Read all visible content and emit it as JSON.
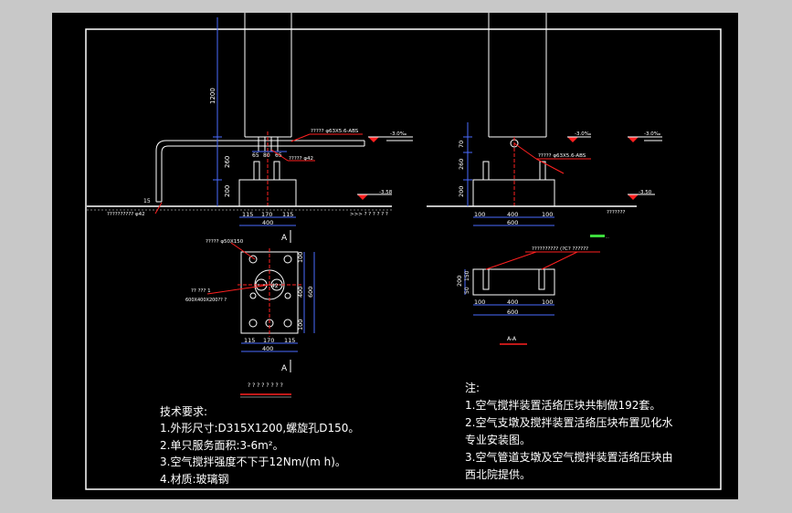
{
  "front_view": {
    "dim_1200": "1200",
    "dim_260": "260",
    "dim_200": "200",
    "dim_65": "65",
    "dim_80": "80",
    "dim_65b": "65",
    "pipe_label": "????? φ63X5.6-ABS",
    "hole_label": "????? φ42",
    "elev_top": "-3.0‰",
    "elev_ground": "-3.58",
    "ground_left_label": "?????????? φ42",
    "ground_right_label": ">>> ? ? ? ? ? ?",
    "angle_15": "15",
    "base_dims": [
      "115",
      "170",
      "115"
    ],
    "base_total": "400",
    "section_mark": "A"
  },
  "side_view": {
    "dim_70": "70",
    "dim_260": "260",
    "dim_200": "200",
    "pipe_label": "????? φ63X5.6-ABS",
    "elev_left": "-3.0‰",
    "elev_right": "-3.0‰",
    "elev_ground": "-3.50",
    "ground_label": "???????",
    "base_dims": [
      "100",
      "400",
      "100"
    ],
    "base_total": "600"
  },
  "plan_view": {
    "hole_label": "????? φ50X150",
    "pipe_label": "?? ??? 1",
    "pipe_size": "600X400X200?? ?",
    "dim_r42": "42",
    "dim_100a": "100",
    "dim_400": "400",
    "dim_600": "600",
    "dim_100b": "100",
    "base_dims": [
      "115",
      "170",
      "115"
    ],
    "base_total": "400",
    "section_mark": "A",
    "caption": "? ? ? ? ? ? ? ?"
  },
  "section_aa": {
    "label": "?????????? (?C? ??????",
    "green_note": "...",
    "dim_200": "200",
    "dim_50": "50",
    "dim_150": "150",
    "base_dims": [
      "100",
      "400",
      "100"
    ],
    "base_total": "600",
    "caption": "A-A"
  },
  "tech_requirements": {
    "title": "技术要求:",
    "lines": [
      "1.外形尺寸:D315X1200,螺旋孔D150。",
      "2.单只服务面积:3-6m²。",
      "3.空气搅拌强度不下于12Nm/(m h)。",
      "4.材质:玻璃钢"
    ]
  },
  "notes": {
    "title": "注:",
    "lines": [
      "1.空气搅拌装置活络压块共制做192套。",
      "2.空气支墩及搅拌装置活络压块布置见化水",
      "专业安装图。",
      "3.空气管道支墩及空气搅拌装置活络压块由",
      "西北院提供。"
    ]
  },
  "colors": {
    "line": "#ffffff",
    "dimension": "#4a6bff",
    "leader": "#ff2020",
    "note": "#3cdc3c",
    "background": "#000000",
    "frame_bg": "#c8c8c8"
  }
}
